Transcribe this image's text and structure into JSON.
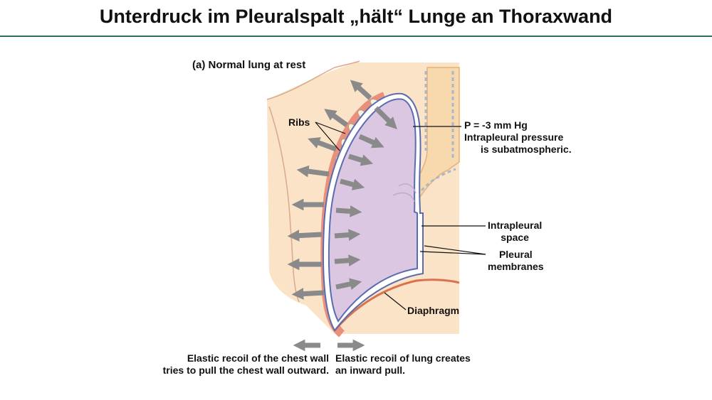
{
  "slide": {
    "title": "Unterdruck im Pleuralspalt „hält“ Lunge an Thoraxwand"
  },
  "figure": {
    "panel_title": "(a) Normal lung at rest",
    "labels": {
      "ribs": "Ribs",
      "pressure_line1": "P = -3 mm Hg",
      "pressure_line2": "Intrapleural pressure",
      "pressure_line3": "is subatmospheric.",
      "intrapleural_line1": "Intrapleural",
      "intrapleural_line2": "space",
      "pleural_line1": "Pleural",
      "pleural_line2": "membranes",
      "diaphragm": "Diaphragm",
      "chestwall_line1": "Elastic recoil of the chest wall",
      "chestwall_line2": "tries to pull the chest wall outward.",
      "lung_line1": "Elastic recoil of lung creates",
      "lung_line2": "an inward pull."
    },
    "colors": {
      "skin": "#fbe3c8",
      "lung": "#dcc7e3",
      "rib": "#e8907c",
      "membrane": "#5a6cae",
      "arrow": "#808080",
      "title_rule": "#2f6e5c"
    }
  }
}
